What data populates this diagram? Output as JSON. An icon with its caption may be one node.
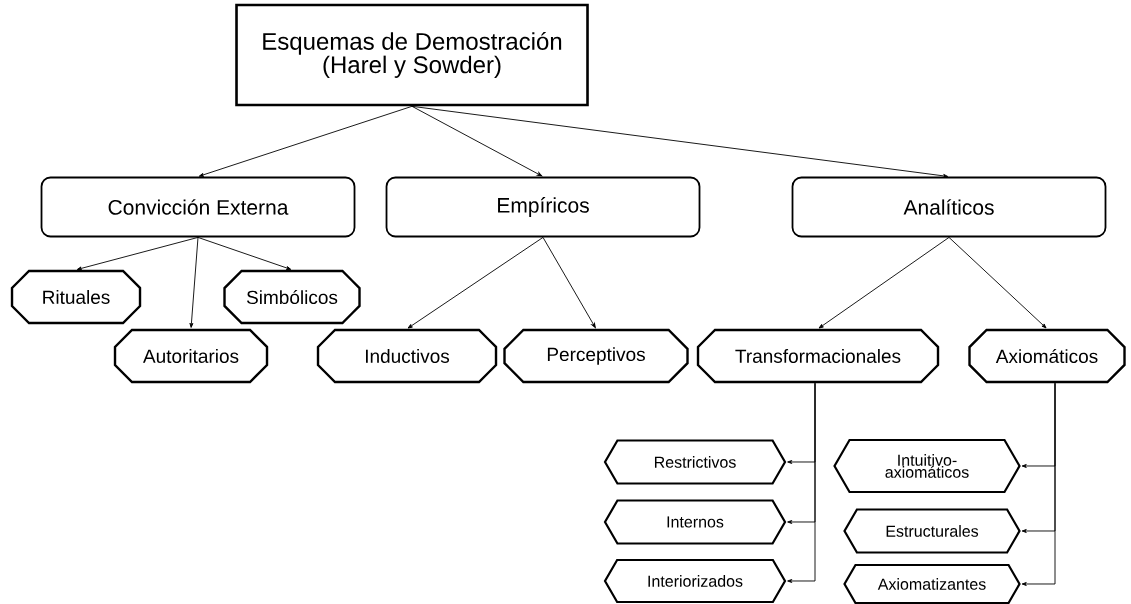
{
  "diagram": {
    "nodes": [
      {
        "text": [
          "Esquemas de Demostración",
          "(Harel y Sowder)"
        ]
      },
      {
        "text": [
          "Convicción Externa"
        ]
      },
      {
        "text": [
          "Empíricos"
        ]
      },
      {
        "text": [
          "Analíticos"
        ]
      },
      {
        "text": [
          "Rituales"
        ]
      },
      {
        "text": [
          "Autoritarios"
        ]
      },
      {
        "text": [
          "Simbólicos"
        ]
      },
      {
        "text": [
          "Inductivos"
        ]
      },
      {
        "text": [
          "Perceptivos"
        ]
      },
      {
        "text": [
          "Transformacionales"
        ]
      },
      {
        "text": [
          "Axiomáticos"
        ]
      },
      {
        "text": [
          "Restrictivos"
        ]
      },
      {
        "text": [
          "Internos"
        ]
      },
      {
        "text": [
          "Interiorizados"
        ]
      },
      {
        "text": [
          "Intuitivo- axiomáticos"
        ]
      },
      {
        "text": [
          "Estructurales"
        ]
      },
      {
        "text": [
          "Axiomatizantes"
        ]
      }
    ],
    "edges": [
      {
        "from": 0,
        "to": 1,
        "arrow": "to"
      },
      {
        "from": 0,
        "to": 2,
        "arrow": "to"
      },
      {
        "from": 0,
        "to": 3,
        "arrow": "to"
      },
      {
        "from": 1,
        "to": 4,
        "arrow": "to"
      },
      {
        "from": 1,
        "to": 5,
        "arrow": "to"
      },
      {
        "from": 1,
        "to": 6,
        "arrow": "to"
      },
      {
        "from": 2,
        "to": 7,
        "arrow": "to"
      },
      {
        "from": 2,
        "to": 8,
        "arrow": "to"
      },
      {
        "from": 3,
        "to": 9,
        "arrow": "to"
      },
      {
        "from": 3,
        "to": 10,
        "arrow": "to"
      },
      {
        "from": 9,
        "to": 11,
        "arrow": "to"
      },
      {
        "from": 9,
        "to": 12,
        "arrow": "to"
      },
      {
        "from": 9,
        "to": 13,
        "arrow": "to"
      },
      {
        "from": 10,
        "to": 14,
        "arrow": "to"
      },
      {
        "from": 10,
        "to": 15,
        "arrow": "to"
      },
      {
        "from": 10,
        "to": 16,
        "arrow": "to"
      }
    ]
  }
}
